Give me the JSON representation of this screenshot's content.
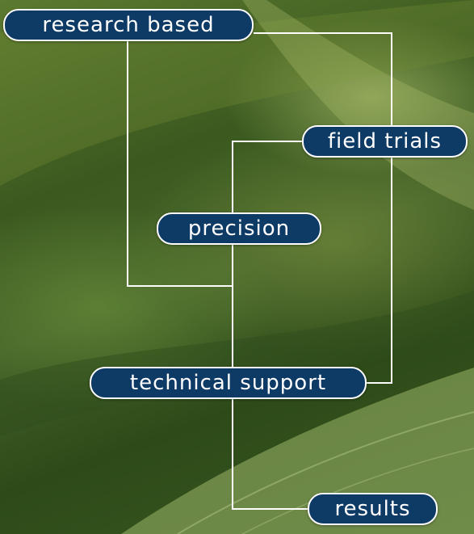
{
  "diagram": {
    "nodes": [
      {
        "id": "research",
        "label": "research based"
      },
      {
        "id": "field",
        "label": "field trials"
      },
      {
        "id": "precision",
        "label": "precision"
      },
      {
        "id": "tech",
        "label": "technical support"
      },
      {
        "id": "results",
        "label": "results"
      }
    ],
    "edges": [
      {
        "from": "research",
        "to": "field"
      },
      {
        "from": "research",
        "to": "tech"
      },
      {
        "from": "field",
        "to": "precision"
      },
      {
        "from": "field",
        "to": "tech"
      },
      {
        "from": "precision",
        "to": "tech"
      },
      {
        "from": "tech",
        "to": "results"
      }
    ]
  },
  "colors": {
    "pill_fill": "#0e3a66",
    "pill_border": "#ffffff",
    "connector": "#ffffff",
    "text": "#ffffff"
  }
}
